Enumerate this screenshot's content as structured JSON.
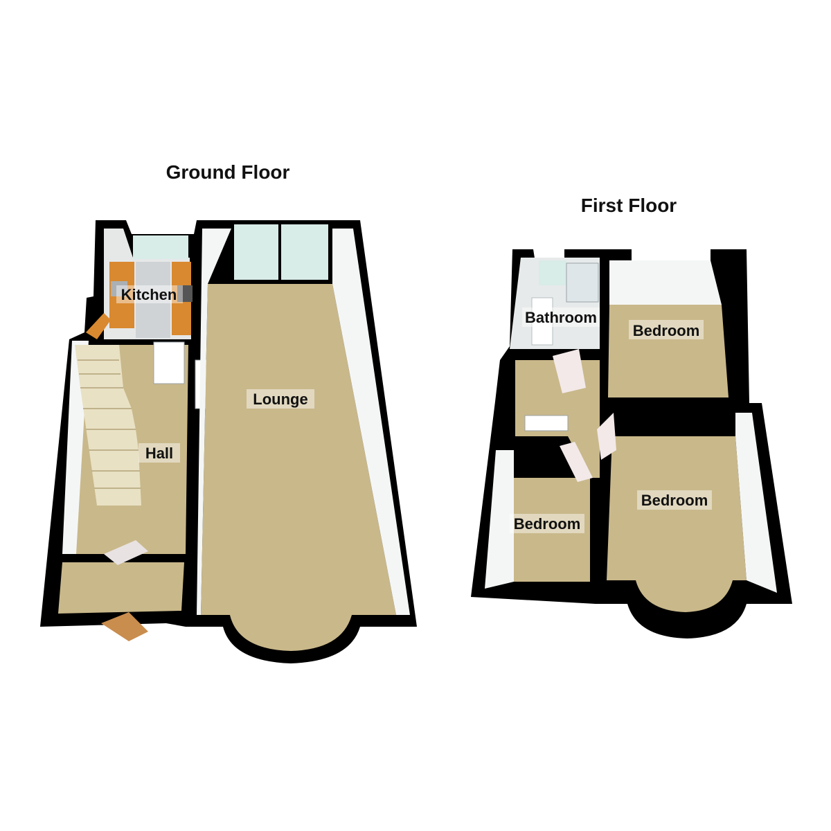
{
  "ground_floor": {
    "title": "Ground Floor",
    "rooms": {
      "kitchen": "Kitchen",
      "lounge": "Lounge",
      "hall": "Hall"
    }
  },
  "first_floor": {
    "title": "First Floor",
    "rooms": {
      "bathroom": "Bathroom",
      "bedroom_top_right": "Bedroom",
      "bedroom_bottom_left": "Bedroom",
      "bedroom_bottom_right": "Bedroom"
    }
  },
  "colors": {
    "carpet": "#c9b88a",
    "wall": "#000000",
    "kitchen_worktop": "#d9892f",
    "glass": "#d8ece8"
  }
}
